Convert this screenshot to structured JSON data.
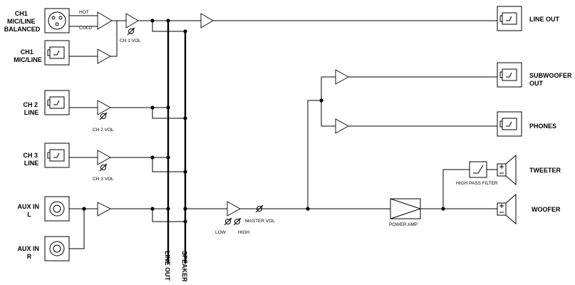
{
  "inputs": {
    "ch1_balanced": [
      "CH1",
      "MIC/LINE",
      "BALANCED"
    ],
    "ch1_unbalanced": [
      "CH1",
      "MIC/LINE"
    ],
    "ch2": [
      "CH 2",
      "LINE"
    ],
    "ch3": [
      "CH 3",
      "LINE"
    ],
    "aux_l": [
      "AUX IN",
      "L"
    ],
    "aux_r": [
      "AUX IN",
      "R"
    ]
  },
  "signals": {
    "hot": "HOT",
    "cold": "COLD"
  },
  "controls": {
    "ch1_vol": "CH 1 VOL",
    "ch2_vol": "CH 2 VOL",
    "ch3_vol": "CH 3 VOL",
    "master_vol": "MASTER VOL",
    "low": "LOW",
    "high": "HIGH"
  },
  "buses": {
    "line_out": "LINE OUT",
    "speaker": "SPEAKER"
  },
  "outputs": {
    "line_out": [
      "LINE OUT"
    ],
    "subwoofer": [
      "SUBWOOFER",
      "OUT"
    ],
    "phones": [
      "PHONES"
    ],
    "tweeter": [
      "TWEETER"
    ],
    "woofer": [
      "WOOFER"
    ]
  },
  "blocks": {
    "power_amp": "POWER AMP",
    "high_pass_filter": "HIGH PASS FILTER"
  },
  "colors": {
    "line": "#000000",
    "background": "#ffffff"
  }
}
